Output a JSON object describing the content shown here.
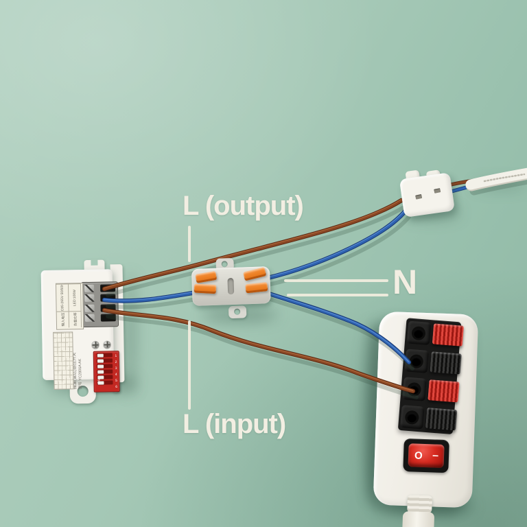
{
  "annotations": {
    "l_output": "L (output)",
    "n": "N",
    "l_input": "L (input)"
  },
  "sensor_module": {
    "title_vertical": "微波(雷达)感应开关",
    "model_vertical": "型号 YC2806A AK",
    "spec_table": {
      "rows": [
        {
          "k": "输入电压",
          "v": "AC85-265V 50/60Hz"
        },
        {
          "k": "负载功率",
          "v": "LED:100W"
        }
      ]
    },
    "dip_switch": {
      "on_label": "ON",
      "positions": [
        "1",
        "2",
        "3",
        "4",
        "5",
        "6"
      ]
    }
  },
  "power_strip": {
    "rocker_off_symbol": "O",
    "rocker_on_symbol": "–"
  },
  "colors": {
    "background_green": "#a3c6b4",
    "live_wire_brown": "#8a4724",
    "neutral_wire_blue": "#2e62b0",
    "lever_orange": "#f08024",
    "dip_switch_red": "#c32822",
    "clip_red": "#d63228",
    "rocker_red": "#d42520",
    "annotation_text": "#f2eee0"
  }
}
